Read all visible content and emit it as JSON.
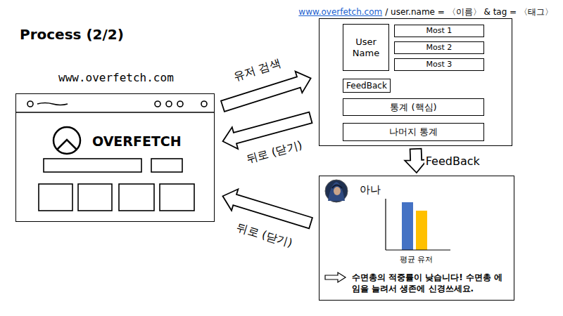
{
  "diagram": {
    "title": "Process (2/2)",
    "nodes": [
      {
        "text": [
          "www.overfetch.com",
          "OVERFETCH"
        ]
      },
      {
        "text": []
      },
      {
        "text": [
          "User Name"
        ],
        "in": 1
      },
      {
        "text": [
          "Most 1"
        ],
        "in": 1
      },
      {
        "text": [
          "Most 2"
        ],
        "in": 1
      },
      {
        "text": [
          "Most 3"
        ],
        "in": 1
      },
      {
        "text": [
          "FeedBack"
        ],
        "in": 1
      },
      {
        "text": [
          "통계 (핵심)"
        ],
        "in": 1
      },
      {
        "text": [
          "나머지 통계"
        ],
        "in": 1
      },
      {
        "text": [
          "아나",
          "평균 유저",
          "수면총의 적중률이 낮습니다! 수면총 에임을 늘려서 생존에 신경쓰세요."
        ]
      }
    ],
    "edges": [
      {
        "from": 0,
        "to": 1,
        "label": "유저 검색",
        "arrow": "to"
      },
      {
        "from": 1,
        "to": 0,
        "label": "뒤로 (닫기)",
        "arrow": "to"
      },
      {
        "from": 1,
        "to": 9,
        "label": "FeedBack",
        "arrow": "to"
      },
      {
        "from": 9,
        "to": 0,
        "label": "뒤로 (닫기)",
        "arrow": "to"
      }
    ],
    "labels": [
      "www.overfetch.com",
      "/ user.name = 〈이름〉 & tag = 〈태그〉"
    ]
  }
}
